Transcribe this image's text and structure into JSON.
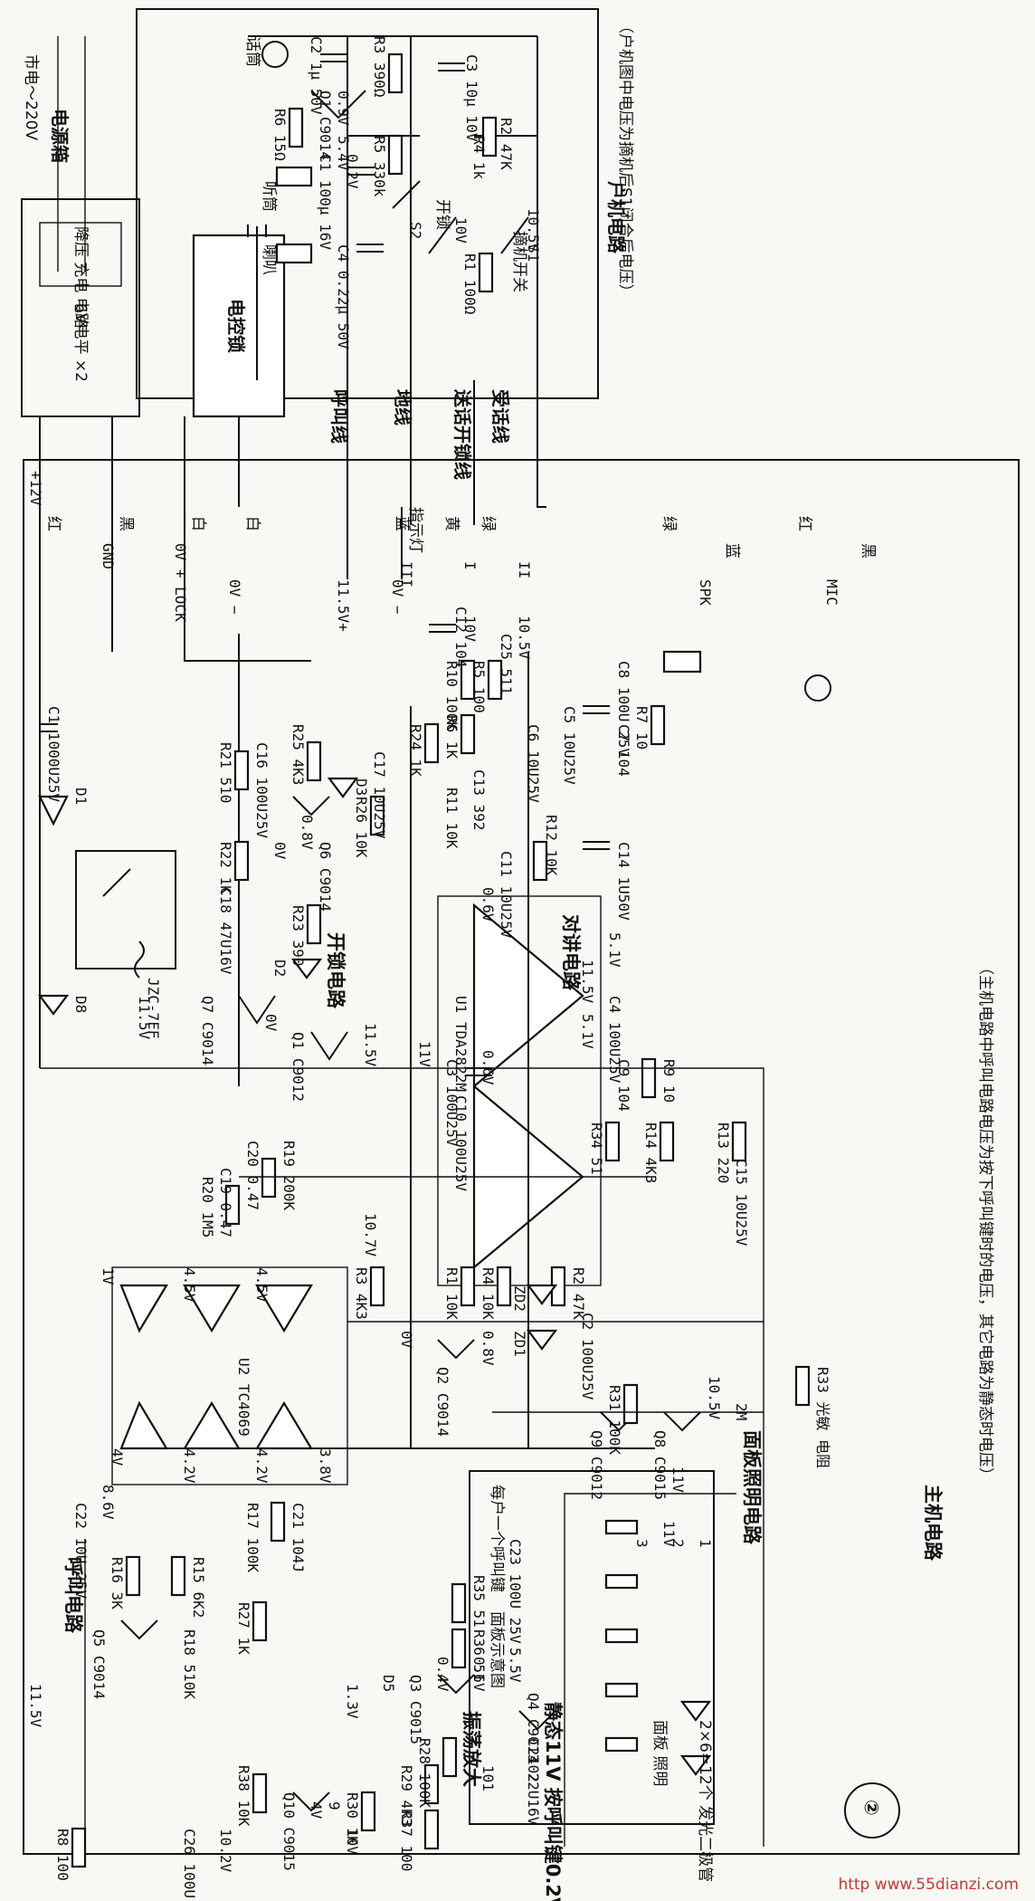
{
  "diagram": {
    "figure_number": "②",
    "title_main": "主机电路",
    "title_main_note": "（主机电路中呼叫电路电压为按下呼叫键时的电压，其它电路为静态时电压）",
    "title_outdoor": "户机电路",
    "title_outdoor_note": "（户机图中电压为摘机后S1闭合后电压）",
    "watermark": "http www.55dianzi.com",
    "blocks": {
      "power_box": "电源箱",
      "charger": "降压 充电 电路",
      "battery": "6V电平 ×2",
      "mains": "市电～220V",
      "lock": "电控锁",
      "unlock_circuit": "开锁电路",
      "call_circuit": "呼叫电路",
      "intercom_circuit": "对讲电路",
      "panel_light_circuit": "面板照明电路",
      "panel_diagram": "面板示意图",
      "panel_keys": "每户一个呼叫键",
      "panel_illum": "面板 照明",
      "leds": "2×6=12个 发光二极管",
      "osc_amp": "振荡放大",
      "static_note": "静态11V 按呼叫键0.2V"
    },
    "lines": {
      "l1": "受话线",
      "l2": "送话开锁线",
      "l3": "地线",
      "l4": "呼叫线",
      "hook_switch": "摘机开关",
      "unlock_key": "开锁",
      "speaker_in": "听筒",
      "speaker_horn": "喇叭",
      "mic": "话筒",
      "indicator": "指示灯"
    },
    "connector_labels": {
      "p12": "+12V",
      "gnd": "GND",
      "lock_p": "0V + LOCK",
      "lock_m": "0V −",
      "ind_p": "11.5V+",
      "ind_m": "0V −",
      "red": "红",
      "black": "黑",
      "white": "白",
      "white2": "白",
      "green": "绿",
      "yellow": "黄",
      "blue": "蓝",
      "green2": "绿",
      "blue2": "蓝",
      "red2": "红",
      "black2": "黑",
      "spk": "SPK",
      "mic": "MIC",
      "I": "I",
      "II": "II",
      "III": "III"
    },
    "components": {
      "R2": "R2 47K",
      "C3o": "C3 10μ 10V",
      "R3o": "R3 390Ω",
      "C2o": "C2 1μ 50V",
      "R5o": "R5 330k",
      "R4o": "R4 1k",
      "Q1o": "Q1 C9014",
      "R6o": "R6 15Ω",
      "C1o": "C1 100μ 16V",
      "S1": "S1",
      "S2": "S2",
      "R1o": "R1 100Ω",
      "C4o": "C4 0.22μ 50V",
      "v_o1": "0.9V",
      "v_o2": "5.4V",
      "v_o3": "0.2V",
      "v_o4": "10.5V",
      "v_o5": "10V",
      "C1": "C1 1000U25V",
      "D1": "D1",
      "JZC": "JZC-7FF",
      "D8": "D8",
      "v115": "11.5V",
      "R21": "R21 510",
      "C16": "C16 100U25V",
      "R25": "R25 4K3",
      "D3": "D3",
      "C17": "C17 10U25V",
      "R24": "R24 1K",
      "R22": "R22 1K",
      "v08": "0.8V",
      "R26": "R26 10K",
      "Q6": "Q6 C9014",
      "v0": "0V",
      "C18": "C18 47U16V",
      "R23": "R23 390",
      "Q7": "Q7 C9014",
      "D2": "D2",
      "v0b": "0V",
      "C12": "C12 104",
      "R5": "R5 100",
      "R10": "R10 100K",
      "C25": "C25 511",
      "R6": "R6 1K",
      "C13": "C13 392",
      "C5": "C5 10U25V",
      "C6": "C6 10U25V",
      "C7": "C7 104",
      "R7": "R7 10",
      "C8": "C8 100U 25V",
      "R11": "R11 10K",
      "R12": "R12 10K",
      "C11": "C11 10U25V",
      "C14": "C14 1U50V",
      "U1": "U1 TDA2822M",
      "C4": "C4 100U25V",
      "C9": "C9 104",
      "R9": "R9 10",
      "C3": "C3 100U25V",
      "C10": "C10 100U25V",
      "Q1": "Q1 C9012",
      "R34": "R34 51",
      "R14": "R14 4K3",
      "R13": "R13 220",
      "C15": "C15 10U25V",
      "v105": "10.5V",
      "v10": "10V",
      "v11": "11V",
      "v51": "5.1V",
      "v115b": "11.5V",
      "v51b": "5.1V",
      "v06": "0.6V",
      "v06b": "0.6V",
      "U2": "U2 TC4069",
      "C20": "C20 0.47",
      "C19": "C19 0.47",
      "R19": "R19 200K",
      "R20": "R20 1M5",
      "v45a": "4.5V",
      "v45b": "4.5V",
      "v42a": "4.2V",
      "v42b": "4.2V",
      "v38": "3.8V",
      "v4": "4V",
      "v86": "8.6V",
      "v1": "1V",
      "C21": "C21 104J",
      "R17": "R17 100K",
      "R18": "R18 510K",
      "Q5": "Q5 C9014",
      "R15": "R15 6K2",
      "R16": "R16 3K",
      "R27": "R27 1K",
      "C22": "C22 10U 25V",
      "Q1b": "11.5V",
      "R3": "R3 4K3",
      "v107": "10.7V",
      "R4": "R4 10K",
      "ZD2": "ZD2",
      "ZD1": "ZD1",
      "R1": "R1 10K",
      "C2": "C2 100U25V",
      "Q2": "Q2 C9014",
      "v08b": "0.8V",
      "v0c": "0V",
      "R33": "R33 光敏 电阻",
      "R31": "R31 100K",
      "Q8": "Q8 C9015",
      "Q9": "Q9 C9012",
      "v105b": "10.5V",
      "v11b": "11V",
      "v2M": "2M",
      "R35": "R35 51",
      "C23": "C23 100U 25V",
      "R36": "R36 51",
      "Q3": "Q3 C9015",
      "D5": "D5",
      "Q4": "Q4 C9013",
      "R28": "R28 100K",
      "C24": "C24 22U16V",
      "v55": "5.5V",
      "v04": "0.4V",
      "v06c": "0.6V",
      "v13": "1.3V",
      "Q10": "Q10 C9015",
      "R38": "R38 10K",
      "R30": "R30 1K",
      "R29": "R29 4K3",
      "R37": "R37 100",
      "R8": "R8 100",
      "C26": "C26 100U 25V",
      "v102": "10.2V",
      "v9": "9",
      "v4b": "4V",
      "v10b": "10V",
      "v115c": "11.5V",
      "k101": "101",
      "k102": "102",
      "n1": "1",
      "n2": "2",
      "n3": "3",
      "v11c": "11V"
    }
  }
}
